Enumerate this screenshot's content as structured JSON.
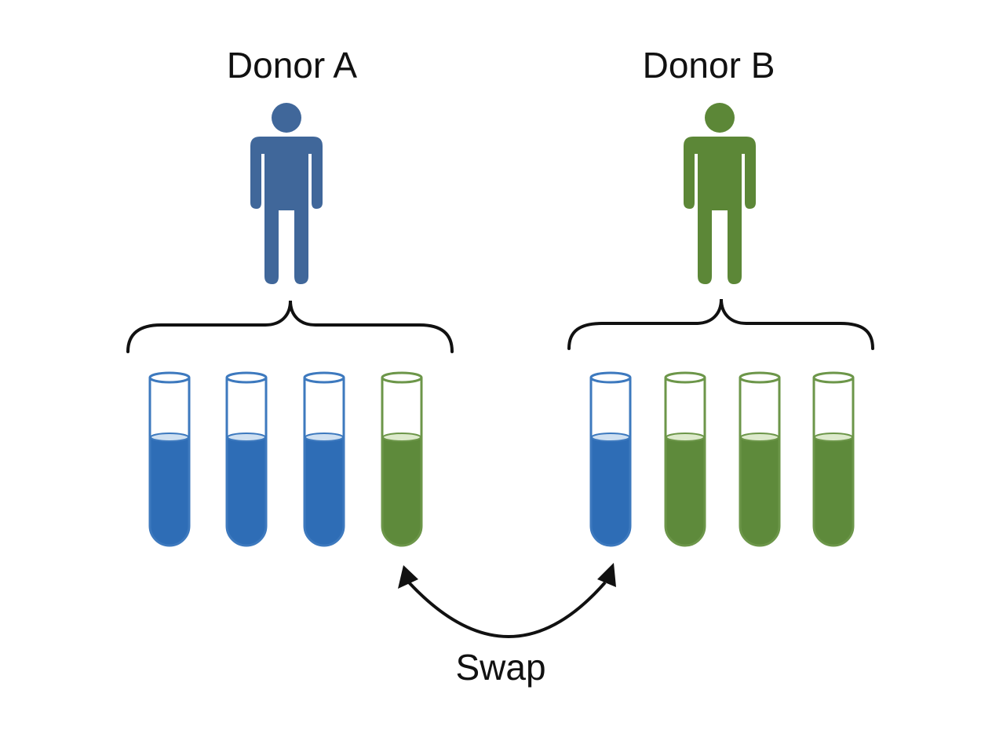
{
  "donors": [
    {
      "label": "Donor A",
      "color": "#40679A",
      "tubes": [
        "blue",
        "blue",
        "blue",
        "green"
      ]
    },
    {
      "label": "Donor B",
      "color": "#5C8737",
      "tubes": [
        "blue",
        "green",
        "green",
        "green"
      ]
    }
  ],
  "swap": {
    "label": "Swap"
  },
  "colors": {
    "blue_liquid": "#2E6DB6",
    "blue_outline": "#3D79BE",
    "blue_meniscus": "#CFE0F1",
    "green_liquid": "#5E8A3B",
    "green_outline": "#6C9649",
    "green_meniscus": "#DDEACC",
    "ink": "#111111"
  }
}
